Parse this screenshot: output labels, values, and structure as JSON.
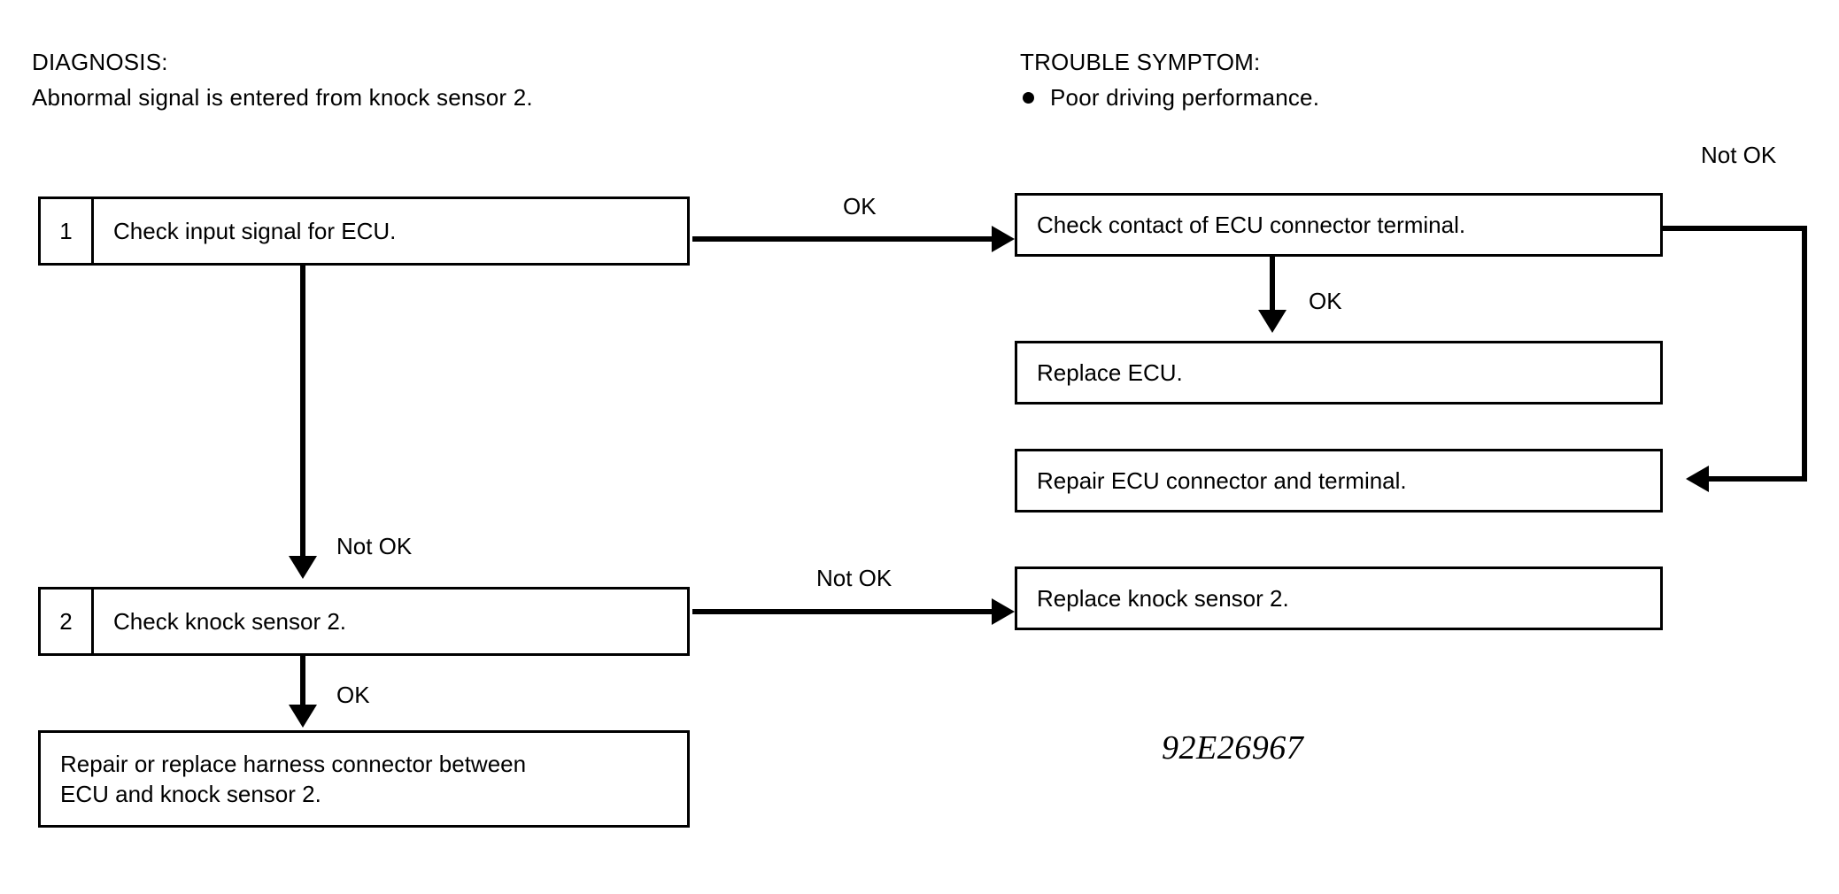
{
  "diagnosis": {
    "title": "DIAGNOSIS:",
    "description": "Abnormal signal is entered from knock sensor 2."
  },
  "trouble_symptom": {
    "title": "TROUBLE SYMPTOM:",
    "items": [
      "Poor driving performance."
    ]
  },
  "steps": [
    {
      "number": "1",
      "text": "Check input signal for ECU."
    },
    {
      "number": "2",
      "text": "Check knock sensor 2."
    }
  ],
  "boxes": {
    "repair_harness": "Repair or replace harness connector between\nECU and knock sensor 2.",
    "check_contact": "Check contact of ECU connector terminal.",
    "replace_ecu": "Replace ECU.",
    "repair_connector": "Repair ECU connector and terminal.",
    "replace_knock_sensor": "Replace knock sensor 2."
  },
  "connector_labels": {
    "step1_ok": "OK",
    "step1_not_ok": "Not OK",
    "step2_not_ok": "Not OK",
    "step2_ok": "OK",
    "check_contact_ok": "OK",
    "check_contact_not_ok": "Not OK"
  },
  "figure_id": "92E26967",
  "colors": {
    "ink": "#000000",
    "paper": "#ffffff"
  }
}
